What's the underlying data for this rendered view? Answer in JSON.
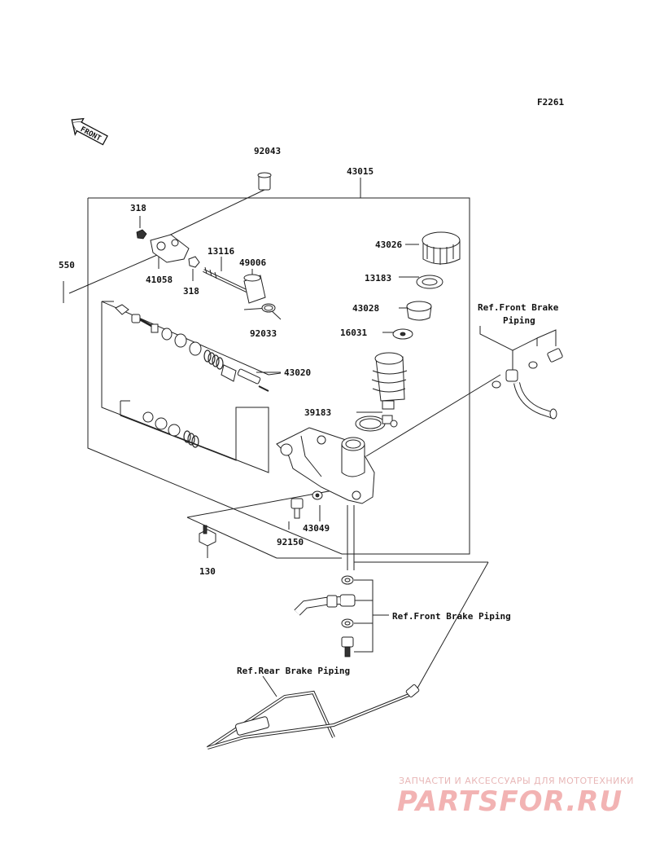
{
  "figure_code": "F2261",
  "front_arrow_text": "FRONT",
  "parts": {
    "p92043": "92043",
    "p43015": "43015",
    "p318a": "318",
    "p550": "550",
    "p13116": "13116",
    "p49006": "49006",
    "p41058": "41058",
    "p318b": "318",
    "p92033": "92033",
    "p43026": "43026",
    "p13183": "13183",
    "p43028": "43028",
    "p16031": "16031",
    "p43020": "43020",
    "p39183": "39183",
    "p43049": "43049",
    "p92150": "92150",
    "p130": "130"
  },
  "refs": {
    "front_brake_top_line1": "Ref.Front Brake",
    "front_brake_top_line2": "Piping",
    "front_brake_mid": "Ref.Front Brake Piping",
    "rear_brake": "Ref.Rear Brake Piping"
  },
  "watermark": {
    "tagline": "ЗАПЧАСТИ И АКСЕССУАРЫ ДЛЯ МОТОТЕХНИКИ",
    "brand": "PARTSFOR.RU"
  }
}
